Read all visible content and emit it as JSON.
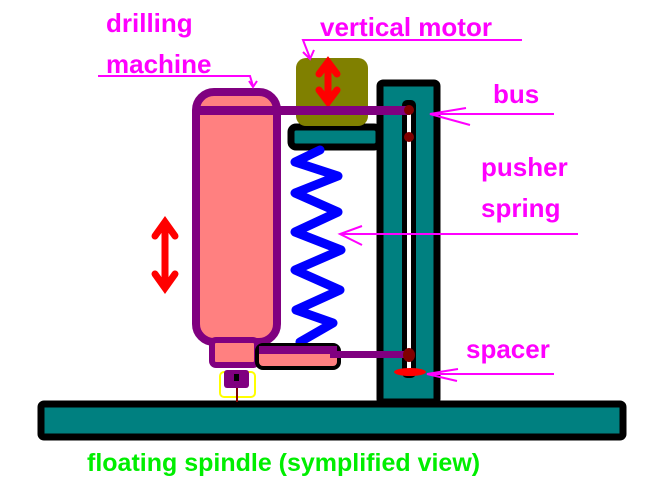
{
  "title": "floating spindle (symplified view)",
  "labels": {
    "drilling_machine_line1": "drilling",
    "drilling_machine_line2": "machine",
    "vertical_motor": "vertical motor",
    "bus": "bus",
    "pusher_spring_line1": "pusher",
    "pusher_spring_line2": "spring",
    "spacer": "spacer"
  },
  "colors": {
    "label": "#ff00ff",
    "title": "#00ee00",
    "base": "#008080",
    "outline": "#000000",
    "machine_fill": "#ff8080",
    "machine_border": "#800080",
    "motor": "#808000",
    "spring": "#0000ff",
    "arrow": "#ff0000",
    "pivot": "#800000",
    "drill_bit_box": "#ffff00"
  }
}
